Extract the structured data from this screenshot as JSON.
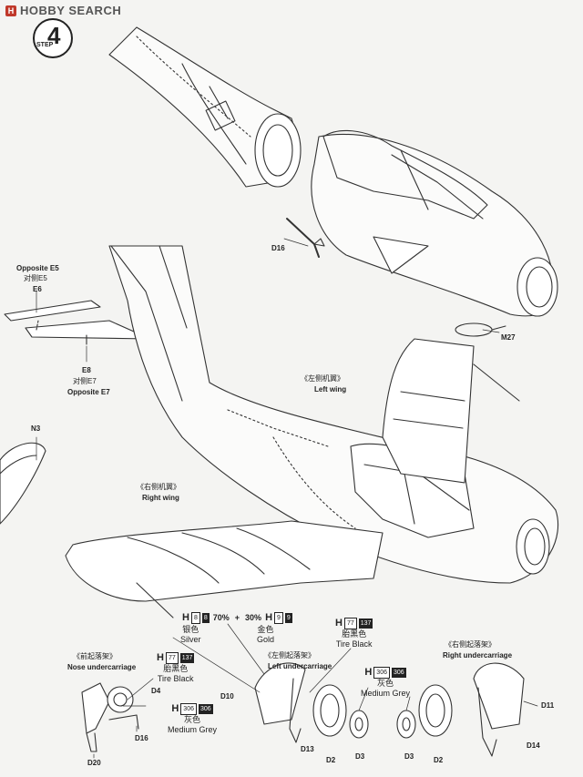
{
  "header": {
    "watermark": "HOBBY SEARCH",
    "watermark_icon": "H",
    "step_number": "4",
    "step_word": "STEP"
  },
  "labels": {
    "d16_top": "D16",
    "m27": "M27",
    "opposite_e5": "Opposite E5",
    "duice_e5": "对侧E5",
    "e6": "E6",
    "e8": "E8",
    "duice_e7": "对侧E7",
    "opposite_e7": "Opposite E7",
    "n3": "N3",
    "left_wing_cn": "《左侧机翼》",
    "left_wing_en": "Left wing",
    "right_wing_cn": "《右侧机翼》",
    "right_wing_en": "Right wing",
    "nose_uc_cn": "《前起落架》",
    "nose_uc_en": "Nose undercarriage",
    "left_uc_cn": "《左侧起落架》",
    "left_uc_en": "Left undercarriage",
    "right_uc_cn": "《右侧起落架》",
    "right_uc_en": "Right undercarriage",
    "d4": "D4",
    "d16_bottom": "D16",
    "d20": "D20",
    "d10": "D10",
    "d13": "D13",
    "d2_left": "D2",
    "d3_left": "D3",
    "d3_right": "D3",
    "d2_right": "D2",
    "d14": "D14",
    "d11": "D11"
  },
  "paints": {
    "silver_gold_mix": {
      "h1": "H",
      "c1": "8",
      "c1b": "8",
      "pct1": "70%",
      "plus": "+",
      "pct2": "30%",
      "h2": "H",
      "c2": "9",
      "c2b": "9"
    },
    "silver": {
      "cn": "银色",
      "en": "Silver"
    },
    "gold": {
      "cn": "金色",
      "en": "Gold"
    },
    "tire_black_top": {
      "h": "H",
      "code": "77",
      "alt": "137",
      "cn": "胎黑色",
      "en": "Tire Black"
    },
    "tire_black_nose": {
      "h": "H",
      "code": "77",
      "alt": "137",
      "cn": "胎黑色",
      "en": "Tire Black"
    },
    "medium_grey_nose": {
      "h": "H",
      "code": "306",
      "alt": "306",
      "cn": "灰色",
      "en": "Medium Grey"
    },
    "medium_grey_mid": {
      "h": "H",
      "code": "306",
      "alt": "306",
      "cn": "灰色",
      "en": "Medium Grey"
    }
  }
}
